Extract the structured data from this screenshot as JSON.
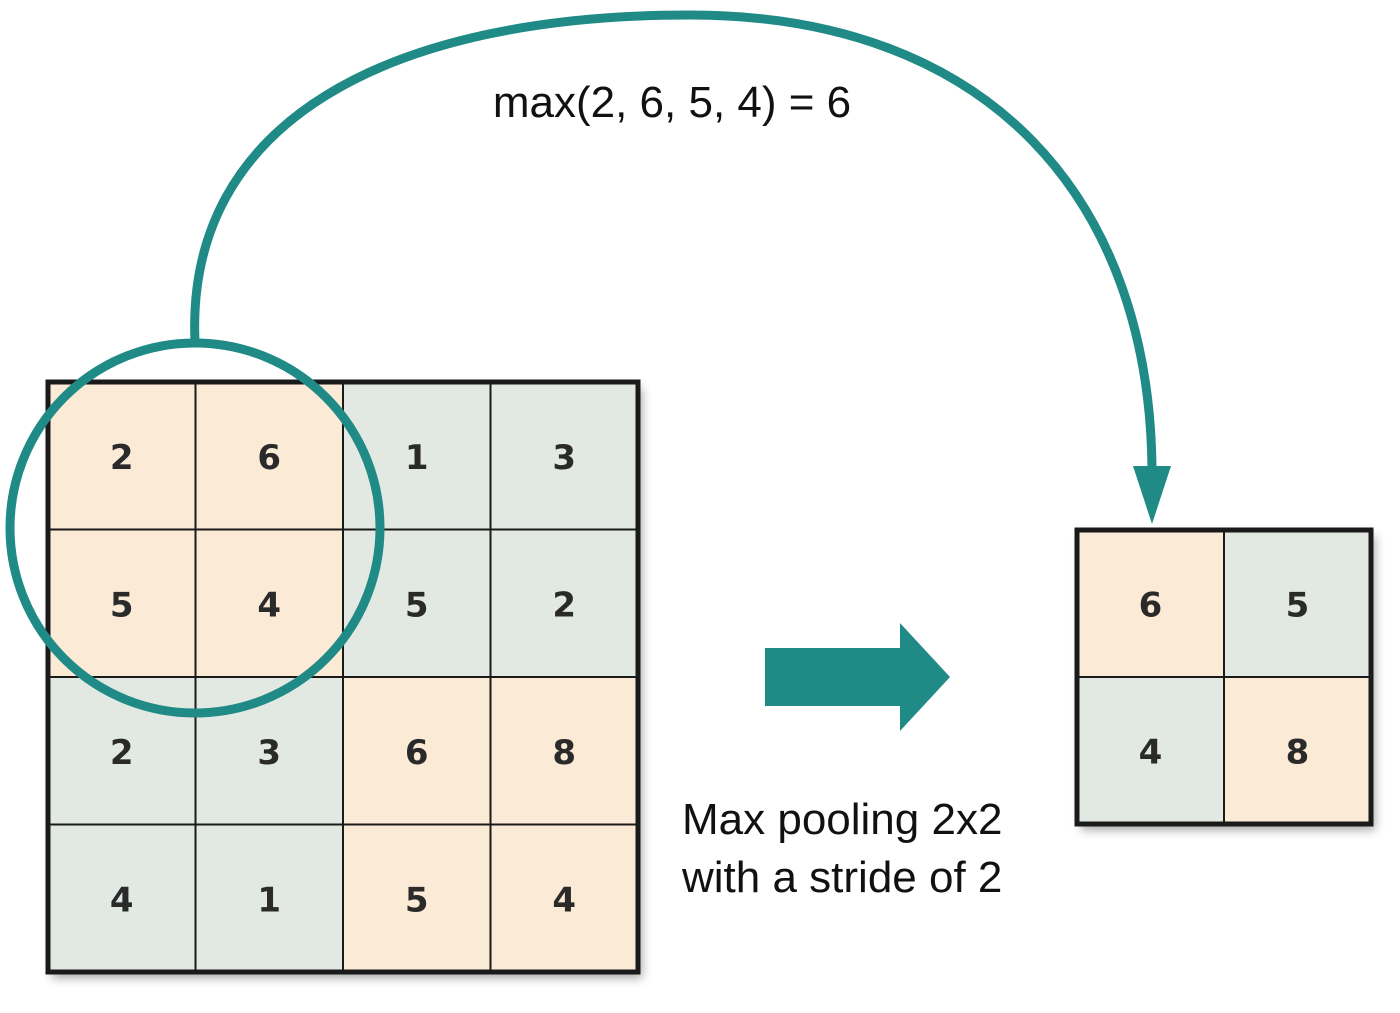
{
  "formula": "max(2, 6, 5, 4) = 6",
  "caption": [
    "Max pooling 2x2",
    "with a stride of 2"
  ],
  "input_grid": [
    [
      "2",
      "6",
      "1",
      "3"
    ],
    [
      "5",
      "4",
      "5",
      "2"
    ],
    [
      "2",
      "3",
      "6",
      "8"
    ],
    [
      "4",
      "1",
      "5",
      "4"
    ]
  ],
  "output_grid": [
    [
      "6",
      "5"
    ],
    [
      "4",
      "8"
    ]
  ],
  "colors": {
    "accent": "#1f8a86",
    "peach": "#fbead6",
    "gray_green": "#e2e9e2",
    "grid_line": "#1a1a1a"
  }
}
